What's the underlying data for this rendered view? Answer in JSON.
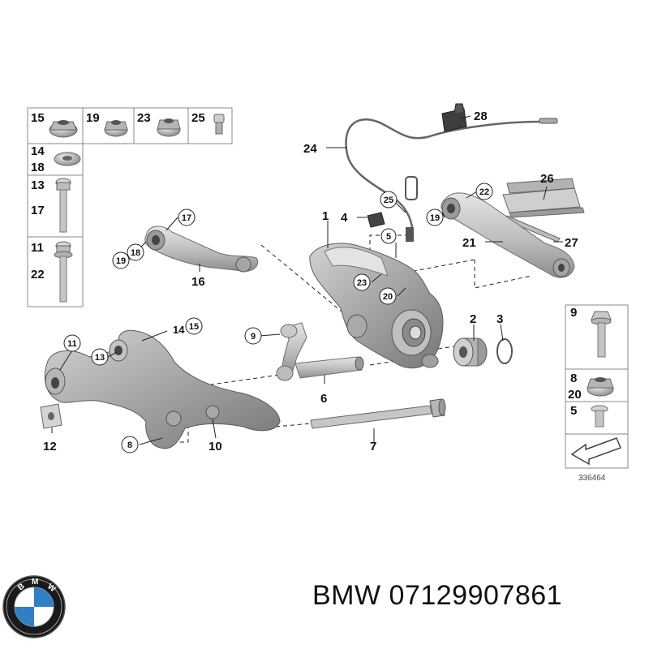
{
  "diagram_id": "336464",
  "brand": "BMW",
  "part_number": "07129907861",
  "callouts": {
    "c1": "1",
    "c2": "2",
    "c3": "3",
    "c4": "4",
    "c5": "5",
    "c6": "6",
    "c7": "7",
    "c8": "8",
    "c9": "9",
    "c10": "10",
    "c11": "11",
    "c12": "12",
    "c13": "13",
    "c14": "14",
    "c15": "15",
    "c16": "16",
    "c17": "17",
    "c18": "18",
    "c19a": "19",
    "c19b": "19",
    "c20": "20",
    "c21": "21",
    "c22": "22",
    "c23": "23",
    "c24": "24",
    "c25": "25",
    "c26": "26",
    "c27": "27",
    "c28": "28"
  },
  "left_grid": {
    "row1": [
      "15",
      "19",
      "23",
      "25"
    ],
    "row2": [
      "14",
      "18"
    ],
    "row3": [
      "13",
      "17"
    ],
    "row4": [
      "11",
      "22"
    ]
  },
  "right_grid": {
    "row1": [
      "9"
    ],
    "row2": [
      "8",
      "20"
    ],
    "row3": [
      "5"
    ]
  },
  "icons": [
    "bmw-roundel-logo",
    "direction-arrow-icon"
  ]
}
